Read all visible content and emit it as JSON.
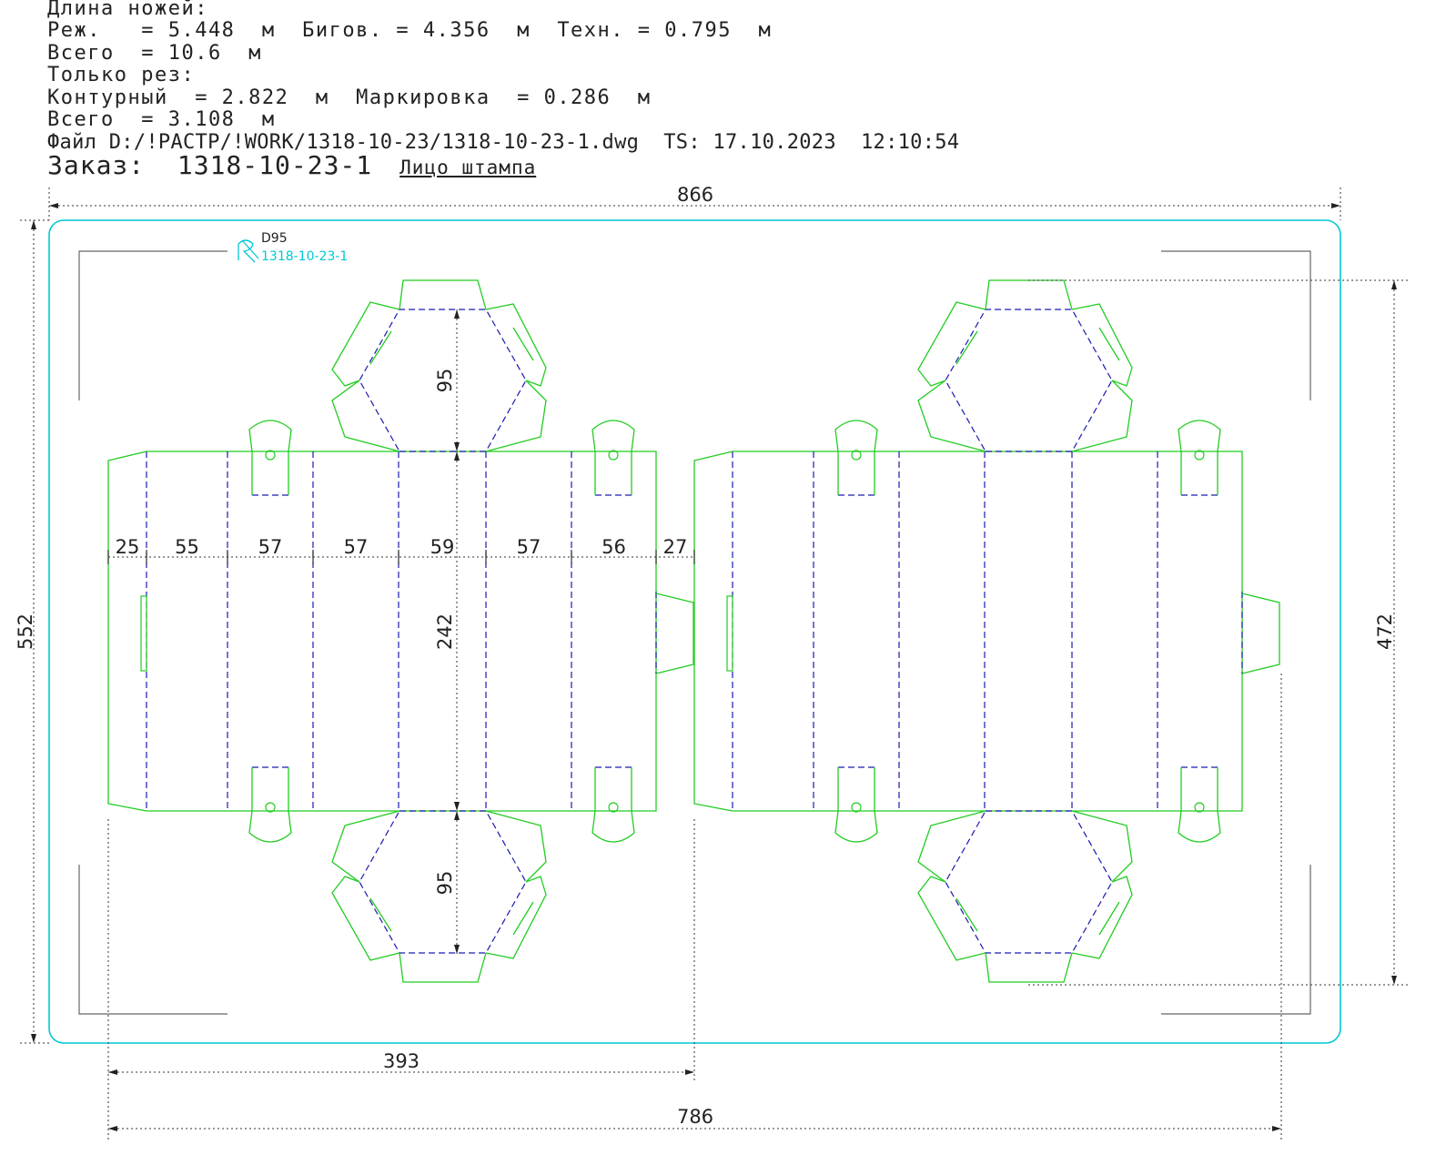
{
  "header": {
    "line1": "Длина ножей:",
    "line2": "Реж.   = 5.448  м  Бигов. = 4.356  м  Техн. = 0.795  м",
    "line3": "Всего  = 10.6  м",
    "line4": "Только рез:",
    "line5": "Контурный  = 2.822  м  Маркировка  = 0.286  м",
    "line6": "Всего  = 3.108  м",
    "file_line": "Файл D:/!РАСТР/!WORK/1318-10-23/1318-10-23-1.dwg  TS: 17.10.2023  12:10:54",
    "order_label": "Заказ:  1318-10-23-1",
    "face_label": "Лицо штампа"
  },
  "tag": {
    "code": "D95",
    "order": "1318-10-23-1"
  },
  "dimensions": {
    "overall_width": "866",
    "overall_height": "552",
    "right_height": "472",
    "bottom_half": "393",
    "bottom_full": "786",
    "panel_widths": [
      "25",
      "55",
      "57",
      "57",
      "59",
      "57",
      "56",
      "27"
    ],
    "body_height": "242",
    "hex_top": "95",
    "hex_bottom": "95"
  },
  "colors": {
    "board": "#00c8d4",
    "cut": "#22cc22",
    "crease": "#1a1ab0",
    "dim": "#333333",
    "frame": "#555555"
  }
}
